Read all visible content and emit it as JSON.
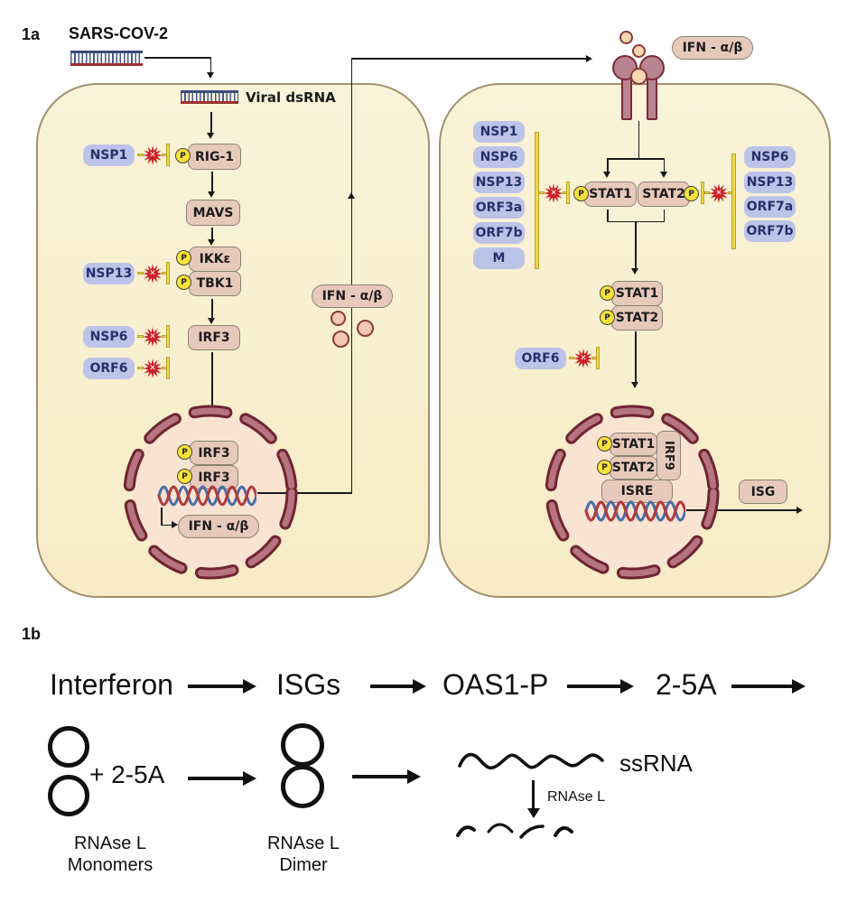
{
  "figure": {
    "panel_a_label": "1a",
    "panel_b_label": "1b"
  },
  "icons": {
    "phospho": "P",
    "inhibit_x": "✕"
  },
  "panel_a": {
    "virus": "SARS-COV-2",
    "viral_dsrna": "Viral dsRNA",
    "cell1": {
      "rig1": "RIG-1",
      "mavs": "MAVS",
      "ikke": "IKKε",
      "tbk1": "TBK1",
      "irf3": "IRF3",
      "nsp1": "NSP1",
      "nsp13": "NSP13",
      "nsp6": "NSP6",
      "orf6": "ORF6",
      "nuclear_irf3_1": "IRF3",
      "nuclear_irf3_2": "IRF3",
      "ifn_gene_product": "IFN - α/β"
    },
    "secreted_ifn": "IFN - α/β",
    "cell2": {
      "receptor_ligand": "IFN - α/β",
      "left_inhibitors": [
        "NSP1",
        "NSP6",
        "NSP13",
        "ORF3a",
        "ORF7b",
        "M"
      ],
      "right_inhibitors": [
        "NSP6",
        "NSP13",
        "ORF7a",
        "ORF7b"
      ],
      "stat1": "STAT1",
      "stat2": "STAT2",
      "stat1_stacked": "STAT1",
      "stat2_stacked": "STAT2",
      "orf6": "ORF6",
      "nuclear_stat1": "STAT1",
      "nuclear_stat2": "STAT2",
      "irf9": "IRF9",
      "isre": "ISRE",
      "isg": "ISG"
    }
  },
  "panel_b": {
    "cascade": [
      "Interferon",
      "ISGs",
      "OAS1-P",
      "2-5A"
    ],
    "plus_2_5a": "+ 2-5A",
    "monomer_label": [
      "RNAse L",
      "Monomers"
    ],
    "dimer_label": [
      "RNAse L",
      "Dimer"
    ],
    "ssrna": "ssRNA",
    "rnase_l": "RNAse L"
  },
  "colors": {
    "cell_fill": "#f8efcf",
    "cell_border": "#a3916c",
    "node_fill": "#e7c9bb",
    "node_border": "#8b8274",
    "viral_pill_fill": "#bcc3e8",
    "viral_pill_text": "#27306b",
    "phospho_fill": "#f7e23d",
    "inhibit_bar": "#ecd84a",
    "starburst": "#cc2027",
    "nucleus_fill": "#f9e4d2",
    "envelope_dark": "#6f2531",
    "envelope_light": "#b5747e",
    "dna_blue": "#4a6fa8",
    "dna_red": "#b23a3e",
    "receptor_fill": "#b98492",
    "receptor_border": "#7a2b38",
    "ligand_fill": "#f8d8b0"
  }
}
